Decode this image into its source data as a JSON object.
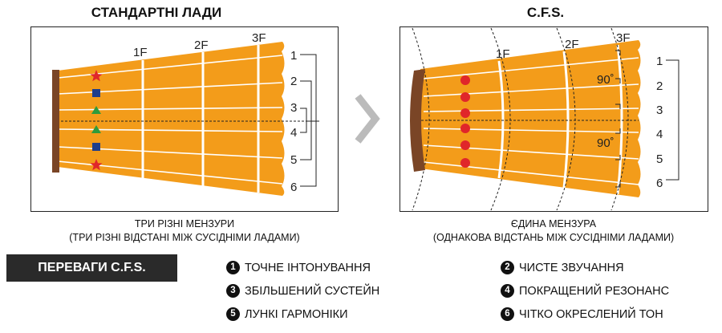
{
  "left": {
    "heading": "СТАНДАРТНІ ЛАДИ",
    "fret_labels": [
      "1F",
      "2F",
      "3F"
    ],
    "string_numbers": [
      "1",
      "2",
      "3",
      "4",
      "5",
      "6"
    ],
    "caption_line1": "ТРИ РІЗНІ МЕНЗУРИ",
    "caption_line2": "(ТРИ РІЗНІ ВІДСТАНІ МІЖ СУСІДНІМИ ЛАДАМИ)"
  },
  "right": {
    "heading": "C.F.S.",
    "fret_labels": [
      "1F",
      "2F",
      "3F"
    ],
    "string_numbers": [
      "1",
      "2",
      "3",
      "4",
      "5",
      "6"
    ],
    "angle_labels": [
      "90˚",
      "90˚"
    ],
    "caption_line1": "ЄДИНА МЕНЗУРА",
    "caption_line2": "(ОДНАКОВА ВІДСТАНЬ МІЖ СУСІДНІМИ ЛАДАМИ)"
  },
  "colors": {
    "fretboard": "#F39C1A",
    "nut": "#7A4526",
    "star": "#E0262A",
    "square": "#1E3E8C",
    "triangle": "#2E9B3C",
    "dot": "#E0262A",
    "arrow": "#BBBBBB"
  },
  "advantages": {
    "title": "ПЕРЕВАГИ C.F.S.",
    "items": [
      {
        "number": "1",
        "text": "ТОЧНЕ ІНТОНУВАННЯ"
      },
      {
        "number": "2",
        "text": "ЧИСТЕ ЗВУЧАННЯ"
      },
      {
        "number": "3",
        "text": "ЗБІЛЬШЕНИЙ СУСТЕЙН"
      },
      {
        "number": "4",
        "text": "ПОКРАЩЕНИЙ РЕЗОНАНС"
      },
      {
        "number": "5",
        "text": "ЛУНКІ ГАРМОНІКИ"
      },
      {
        "number": "6",
        "text": "ЧІТКО ОКРЕСЛЕНИЙ ТОН"
      }
    ]
  }
}
